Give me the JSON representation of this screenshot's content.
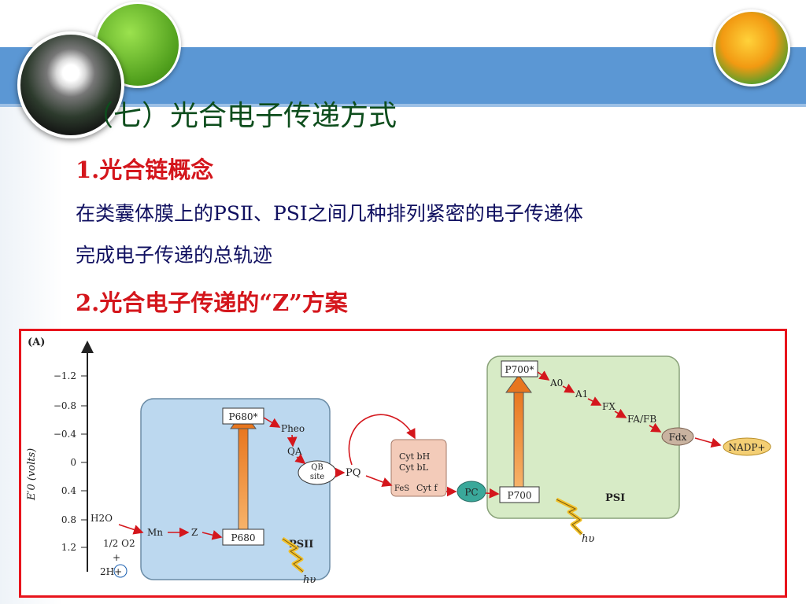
{
  "slide": {
    "title": "（七）光合电子传递方式",
    "heading1": "1.光合链概念",
    "paragraph_line1": "在类囊体膜上的PSⅡ、PSI之间几种排列紧密的电子传递体",
    "paragraph_line2": "完成电子传递的总轨迹",
    "heading2": "2.光合电子传递的“Z”方案"
  },
  "diagram": {
    "panel_label": "(A)",
    "axis_label": "E′0 (volts)",
    "ticks": [
      "−1.2",
      "−0.8",
      "−0.4",
      "0",
      "0.4",
      "0.8",
      "1.2"
    ],
    "psii_label": "PSII",
    "psi_label": "PSI",
    "p680_excited": "P680*",
    "p680": "P680",
    "p700_excited": "P700*",
    "p700": "P700",
    "pheo": "Pheo",
    "qa": "QA",
    "qb_site_line1": "QB",
    "qb_site_line2": "site",
    "pq": "PQ",
    "cyt_bh": "Cyt bH",
    "cyt_bl": "Cyt bL",
    "fes": "FeS",
    "cyt_f": "Cyt f",
    "pc": "PC",
    "a0": "A0",
    "a1": "A1",
    "fx": "FX",
    "fa_fb": "FA/FB",
    "fdx": "Fdx",
    "nadp": "NADP+",
    "h2o": "H2O",
    "half_o2": "1/2 O2",
    "plus": "+",
    "two_h": "2H+",
    "mn": "Mn",
    "z": "Z",
    "light": "hυ"
  },
  "colors": {
    "band_blue": "#5b97d4",
    "title_green": "#0d4d1c",
    "heading_red": "#d4161c",
    "text_navy": "#101060",
    "psii_box": "#bcd8ef",
    "psi_box": "#d7ebc6",
    "cyt_box": "#f3cbb9",
    "pc_teal": "#3aa89a",
    "arrow_red": "#d4161c",
    "energy_orange": "#f0933a"
  }
}
